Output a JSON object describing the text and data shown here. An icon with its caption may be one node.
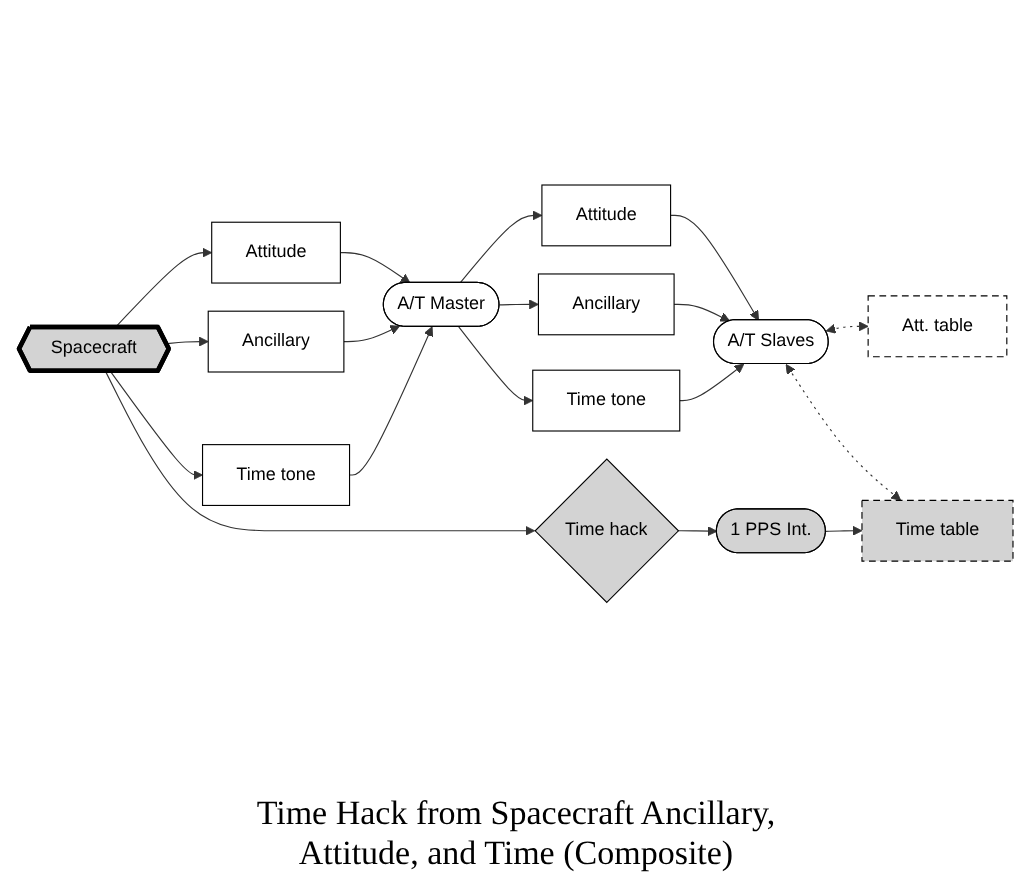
{
  "diagram": {
    "caption": "Time Hack from Spacecraft Ancillary, Attitude, and Time (Composite)",
    "nodes": [
      {
        "text": [
          "Spacecraft"
        ]
      },
      {
        "text": [
          "Attitude"
        ]
      },
      {
        "text": [
          "Ancillary"
        ]
      },
      {
        "text": [
          "Time tone"
        ]
      },
      {
        "text": [
          "Time hack"
        ]
      },
      {
        "text": [
          "A/T Master"
        ]
      },
      {
        "text": [
          "Attitude"
        ]
      },
      {
        "text": [
          "Ancillary"
        ]
      },
      {
        "text": [
          "Time tone"
        ]
      },
      {
        "text": [
          "1 PPS Int."
        ]
      },
      {
        "text": [
          "Att. table"
        ]
      },
      {
        "text": [
          "A/T Slaves"
        ]
      },
      {
        "text": [
          "Time table"
        ]
      }
    ],
    "edges": [
      {
        "from": 0,
        "to": 1,
        "arrow": "to"
      },
      {
        "from": 0,
        "to": 2,
        "arrow": "to"
      },
      {
        "from": 0,
        "to": 3,
        "arrow": "to"
      },
      {
        "from": 0,
        "to": 4,
        "arrow": "to"
      },
      {
        "from": 1,
        "to": 5,
        "arrow": "to"
      },
      {
        "from": 2,
        "to": 5,
        "arrow": "to"
      },
      {
        "from": 3,
        "to": 5,
        "arrow": "to"
      },
      {
        "from": 5,
        "to": 6,
        "arrow": "to"
      },
      {
        "from": 5,
        "to": 7,
        "arrow": "to"
      },
      {
        "from": 5,
        "to": 8,
        "arrow": "to"
      },
      {
        "from": 6,
        "to": 11,
        "arrow": "to"
      },
      {
        "from": 7,
        "to": 11,
        "arrow": "to"
      },
      {
        "from": 8,
        "to": 11,
        "arrow": "to"
      },
      {
        "from": 4,
        "to": 9,
        "arrow": "to"
      },
      {
        "from": 9,
        "to": 12,
        "arrow": "to"
      },
      {
        "from": 11,
        "to": 10,
        "arrow": "both",
        "style": "dashed"
      },
      {
        "from": 11,
        "to": 12,
        "arrow": "both",
        "style": "dashed"
      }
    ]
  }
}
